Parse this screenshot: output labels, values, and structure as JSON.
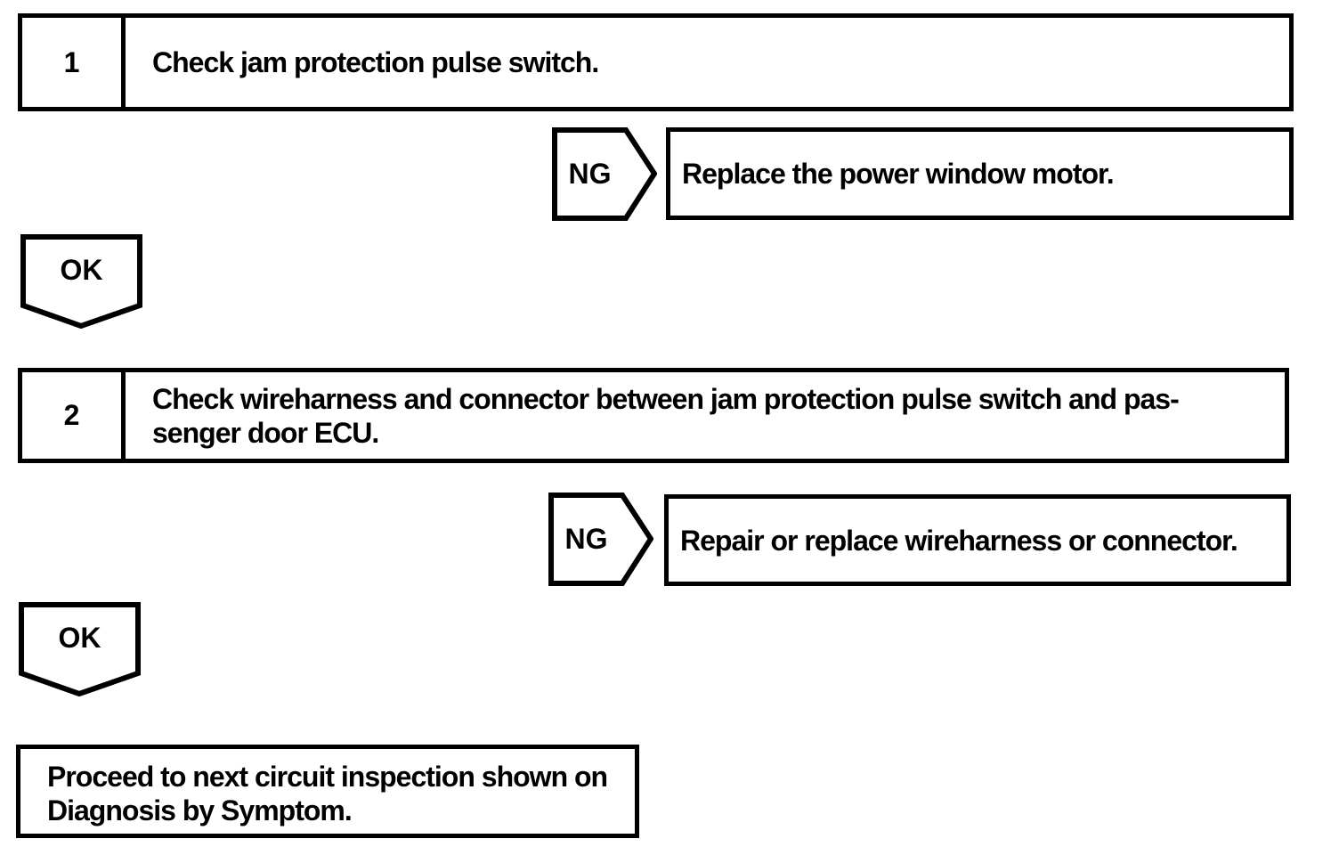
{
  "labels": {
    "ng": "NG",
    "ok": "OK"
  },
  "colors": {
    "line": "#000000",
    "background": "#ffffff",
    "text": "#000000"
  },
  "step1": {
    "number": "1",
    "title": "Check jam protection pulse switch.",
    "ng_action": "Replace the power window motor."
  },
  "step2": {
    "number": "2",
    "title_line1": "Check wireharness and connector between jam protection pulse switch and pas-",
    "title_line2": "senger door ECU.",
    "ng_action": "Repair or replace wireharness or connector."
  },
  "result": {
    "line1": "Proceed to next circuit inspection shown on",
    "line2": "Diagnosis by Symptom."
  }
}
